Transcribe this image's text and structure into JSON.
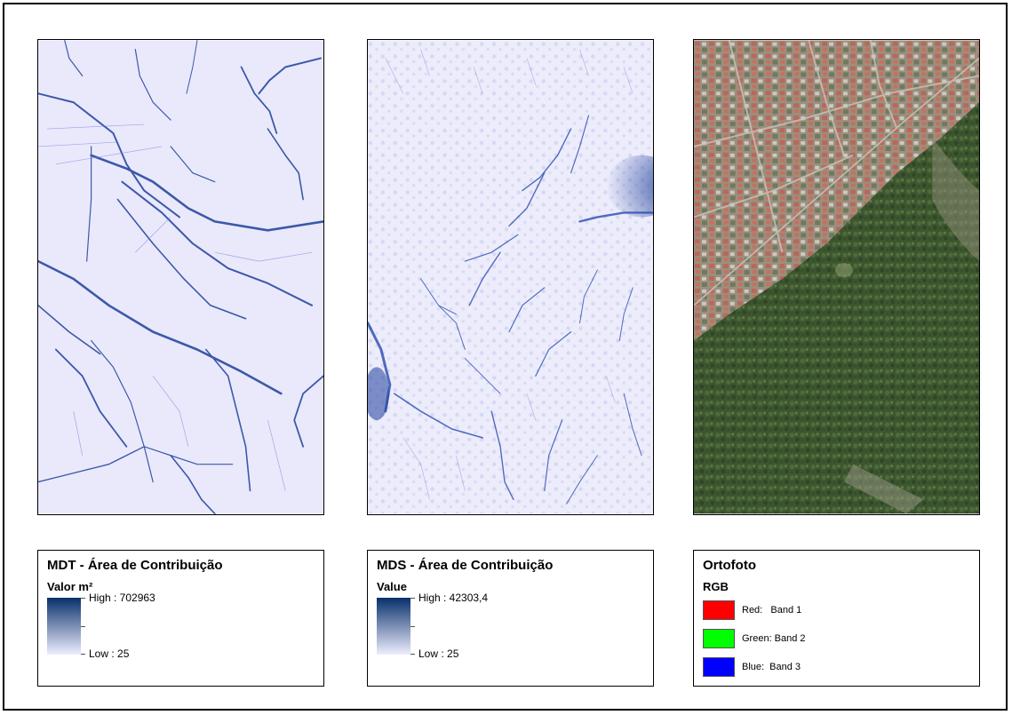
{
  "colors": {
    "ramp_high": "#08306b",
    "ramp_low": "#eeeefe",
    "map_bg": "#e8e8fb",
    "red": "#ff0000",
    "green": "#00ff00",
    "blue": "#0000ff"
  },
  "legends": [
    {
      "title": "MDT - Área de Contribuição",
      "subtitle": "Valor m²",
      "high_label": "High : 702963",
      "low_label": "Low : 25"
    },
    {
      "title": "MDS - Área de Contribuição",
      "subtitle": "Value",
      "high_label": "High : 42303,4",
      "low_label": "Low : 25"
    },
    {
      "title": "Ortofoto",
      "subtitle": "RGB",
      "bands": [
        {
          "label": "Red:   Band 1",
          "color": "#ff0000"
        },
        {
          "label": "Green: Band 2",
          "color": "#00ff00"
        },
        {
          "label": "Blue:  Band 3",
          "color": "#0000ff"
        }
      ]
    }
  ]
}
